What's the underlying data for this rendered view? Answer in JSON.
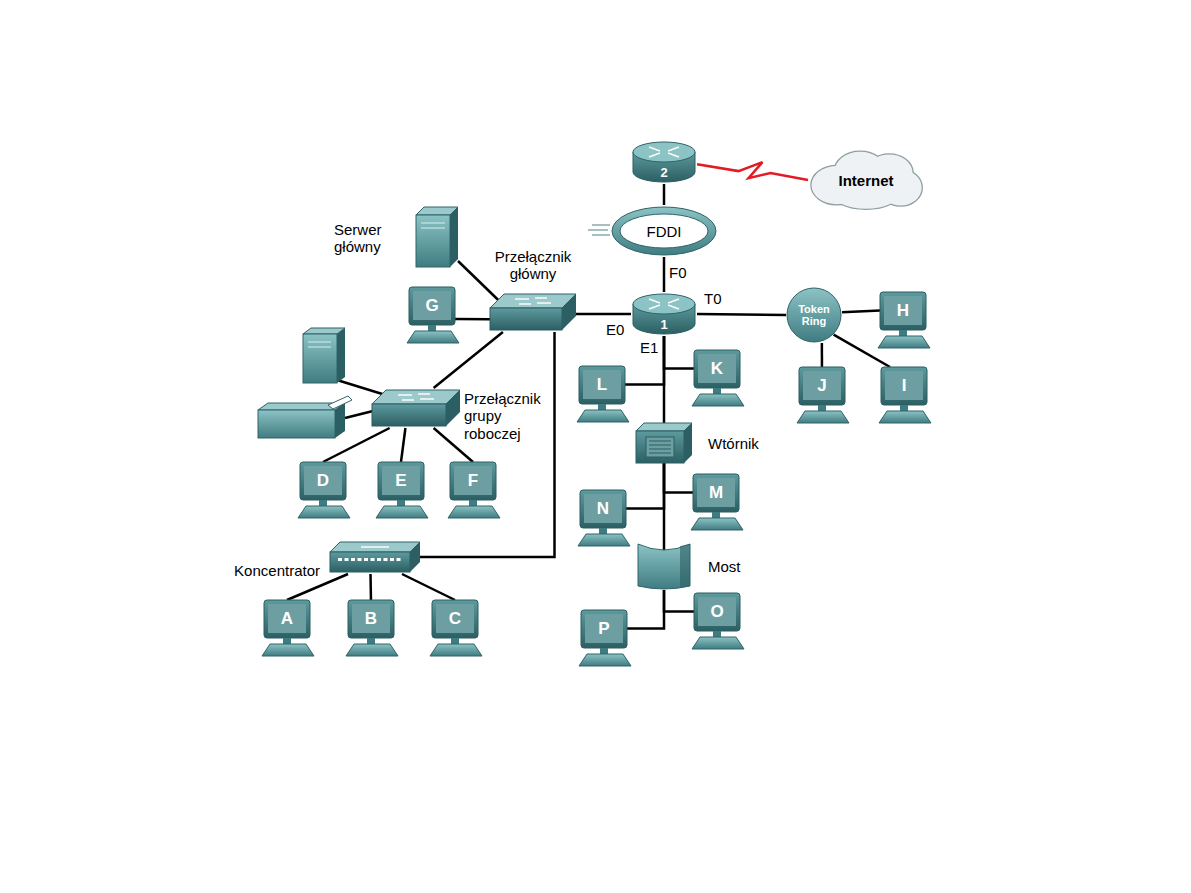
{
  "diagram": {
    "nodes": [
      {
        "text": [
          "2"
        ]
      },
      {
        "text": [
          "Internet"
        ]
      },
      {
        "text": [
          "FDDI"
        ]
      },
      {
        "text": [
          "Serwer główny"
        ]
      },
      {
        "text": [
          "Przełącznik główny"
        ]
      },
      {
        "text": [
          "G"
        ]
      },
      {
        "text": [
          "1"
        ]
      },
      {
        "text": [
          "Token Ring"
        ]
      },
      {
        "text": [
          "H"
        ]
      },
      {
        "text": [
          "L"
        ]
      },
      {
        "text": [
          "K"
        ]
      },
      {
        "text": [
          "J"
        ]
      },
      {
        "text": [
          "I"
        ]
      },
      {
        "text": [
          "Przełącznik grupy roboczej"
        ]
      },
      {
        "text": [
          "Wtórnik"
        ]
      },
      {
        "text": [
          "D"
        ]
      },
      {
        "text": [
          "E"
        ]
      },
      {
        "text": [
          "F"
        ]
      },
      {
        "text": [
          "N"
        ]
      },
      {
        "text": [
          "M"
        ]
      },
      {
        "text": [
          "Koncentrator"
        ]
      },
      {
        "text": [
          "Most"
        ]
      },
      {
        "text": [
          "A"
        ]
      },
      {
        "text": [
          "B"
        ]
      },
      {
        "text": [
          "C"
        ]
      },
      {
        "text": [
          "P"
        ]
      },
      {
        "text": [
          "O"
        ]
      }
    ],
    "edges": [
      {
        "from": 0,
        "to": 1,
        "arrow": "none"
      },
      {
        "from": 0,
        "to": 2,
        "arrow": "none"
      },
      {
        "from": 2,
        "to": 6,
        "arrow": "none"
      },
      {
        "from": 3,
        "to": 4,
        "arrow": "none"
      },
      {
        "from": 5,
        "to": 4,
        "arrow": "none"
      },
      {
        "from": 4,
        "to": 6,
        "arrow": "none"
      },
      {
        "from": 6,
        "to": 7,
        "arrow": "none"
      },
      {
        "from": 7,
        "to": 8,
        "arrow": "none"
      },
      {
        "from": 7,
        "to": 11,
        "arrow": "none"
      },
      {
        "from": 7,
        "to": 12,
        "arrow": "none"
      },
      {
        "from": 6,
        "to": 14,
        "arrow": "none"
      },
      {
        "from": 9,
        "to": 6,
        "arrow": "none"
      },
      {
        "from": 10,
        "to": 6,
        "arrow": "none"
      },
      {
        "from": 4,
        "to": 13,
        "arrow": "none"
      },
      {
        "from": 4,
        "to": 20,
        "arrow": "none"
      },
      {
        "from": 13,
        "to": 15,
        "arrow": "none"
      },
      {
        "from": 13,
        "to": 16,
        "arrow": "none"
      },
      {
        "from": 13,
        "to": 17,
        "arrow": "none"
      },
      {
        "from": 14,
        "to": 21,
        "arrow": "none"
      },
      {
        "from": 18,
        "to": 14,
        "arrow": "none"
      },
      {
        "from": 19,
        "to": 14,
        "arrow": "none"
      },
      {
        "from": 20,
        "to": 22,
        "arrow": "none"
      },
      {
        "from": 20,
        "to": 23,
        "arrow": "none"
      },
      {
        "from": 20,
        "to": 24,
        "arrow": "none"
      },
      {
        "from": 25,
        "to": 21,
        "arrow": "none"
      },
      {
        "from": 26,
        "to": 21,
        "arrow": "none"
      }
    ],
    "labels": [
      "F0",
      "T0",
      "E0",
      "E1"
    ]
  }
}
